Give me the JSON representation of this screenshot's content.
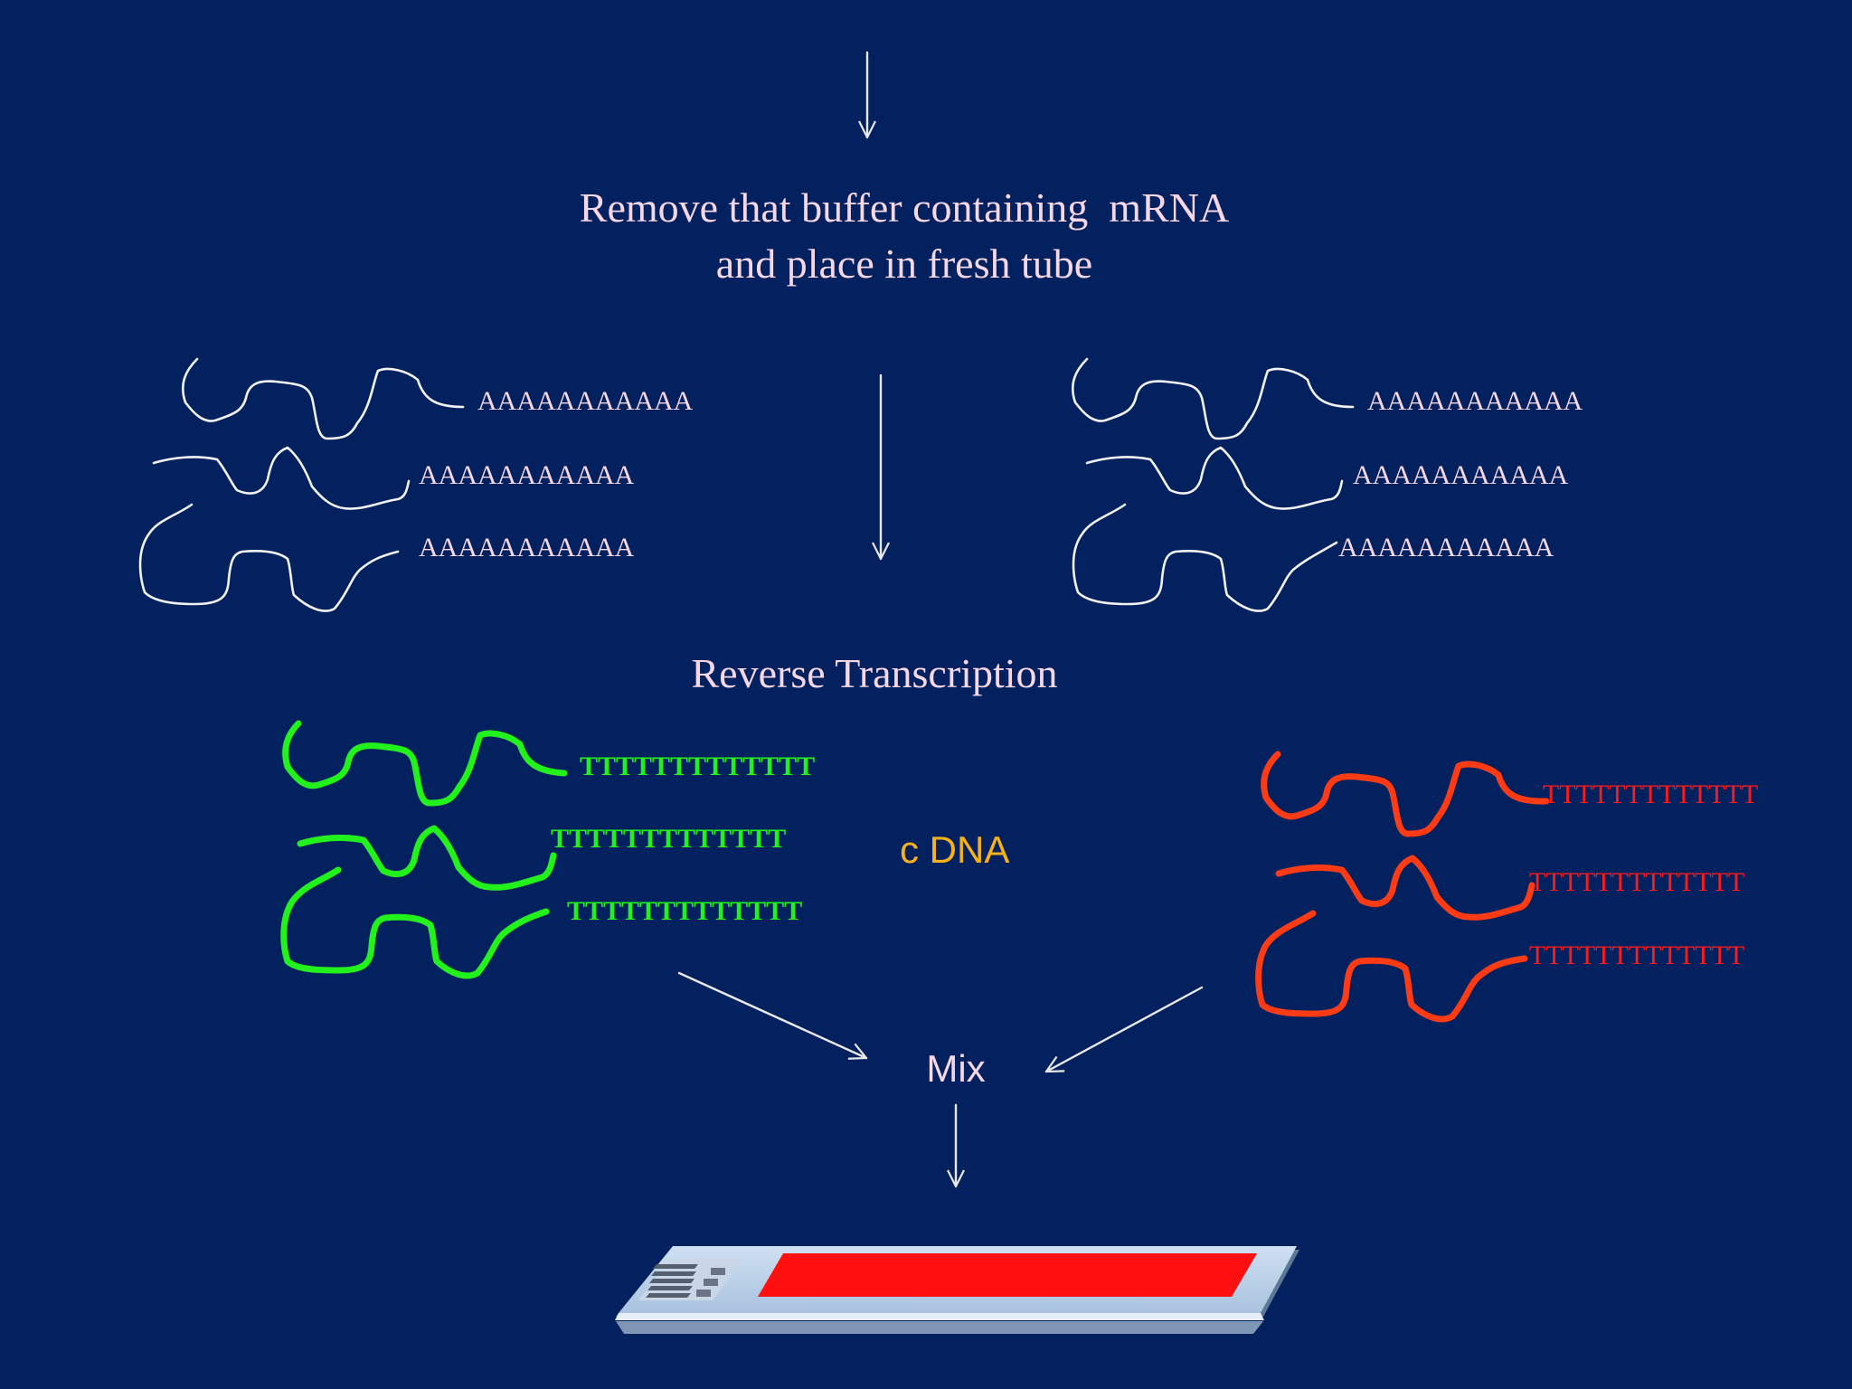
{
  "step_text": {
    "line1": "Remove that buffer containing  mRNA",
    "line2": "and place in fresh tube"
  },
  "poly_a_label": "AAAAAAAAAAA",
  "reverse_transcription_label": "Reverse Transcription",
  "poly_t_label": "TTTTTTTTTTTTT",
  "cdna_label": "c DNA",
  "mix_label": "Mix",
  "colors": {
    "background": "#03215f",
    "text_pink": "#f6d7e6",
    "mrna_strand": "#f2f2f2",
    "cdna_green": "#22f11b",
    "cdna_red": "#ff3b16",
    "red_label": "#ff1a1a",
    "cdna_label": "#f7b21a",
    "microarray_spot": "#ff0f0f"
  }
}
